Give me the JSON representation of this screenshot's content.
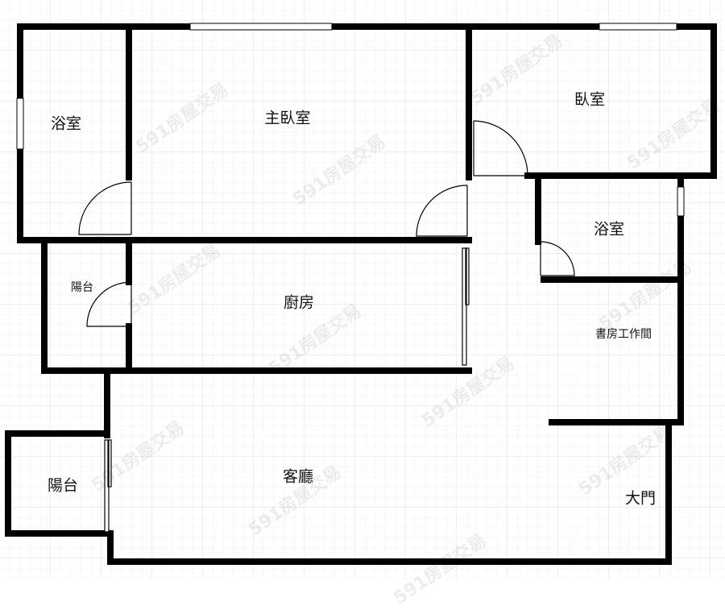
{
  "rooms": {
    "bath_left": "浴室",
    "master_bedroom": "主臥室",
    "bedroom": "臥室",
    "bath_right": "浴室",
    "balcony_small": "陽台",
    "kitchen": "廚房",
    "study": "書房工作間",
    "balcony": "陽台",
    "living_room": "客廳",
    "main_door": "大門"
  },
  "watermark": "591房屋交易",
  "colors": {
    "wall": "#000000",
    "grid": "#e6e6e6"
  }
}
